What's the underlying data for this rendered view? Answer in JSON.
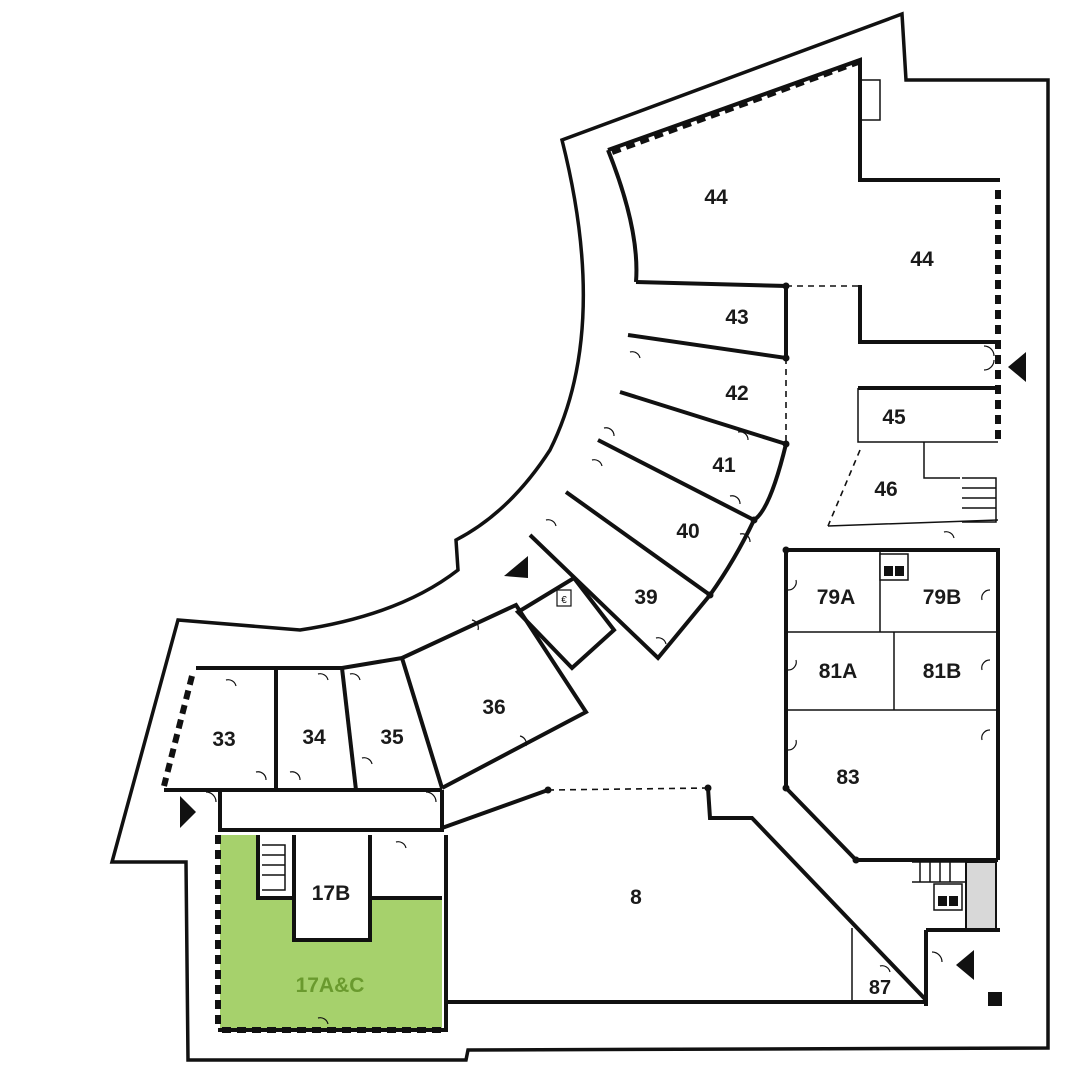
{
  "map": {
    "rooms": [
      {
        "id": "44a",
        "label": "44"
      },
      {
        "id": "44b",
        "label": "44"
      },
      {
        "id": "43",
        "label": "43"
      },
      {
        "id": "42",
        "label": "42"
      },
      {
        "id": "41",
        "label": "41"
      },
      {
        "id": "40",
        "label": "40"
      },
      {
        "id": "39",
        "label": "39"
      },
      {
        "id": "45",
        "label": "45"
      },
      {
        "id": "46",
        "label": "46"
      },
      {
        "id": "79A",
        "label": "79A"
      },
      {
        "id": "79B",
        "label": "79B"
      },
      {
        "id": "81A",
        "label": "81A"
      },
      {
        "id": "81B",
        "label": "81B"
      },
      {
        "id": "83",
        "label": "83"
      },
      {
        "id": "36",
        "label": "36"
      },
      {
        "id": "35",
        "label": "35"
      },
      {
        "id": "34",
        "label": "34"
      },
      {
        "id": "33",
        "label": "33"
      },
      {
        "id": "17B",
        "label": "17B"
      },
      {
        "id": "17AC",
        "label": "17A&C"
      },
      {
        "id": "8",
        "label": "8"
      },
      {
        "id": "87",
        "label": "87"
      }
    ],
    "highlighted_room": "17A&C",
    "colors": {
      "highlight_fill": "#a6d16c",
      "highlight_text": "#6a9a2e",
      "wall": "#111111",
      "service_fill": "#d8d8d8"
    },
    "icons": {
      "atm": "€",
      "elevator": "elevator-icon",
      "entrance": "entrance-arrow-icon"
    }
  }
}
